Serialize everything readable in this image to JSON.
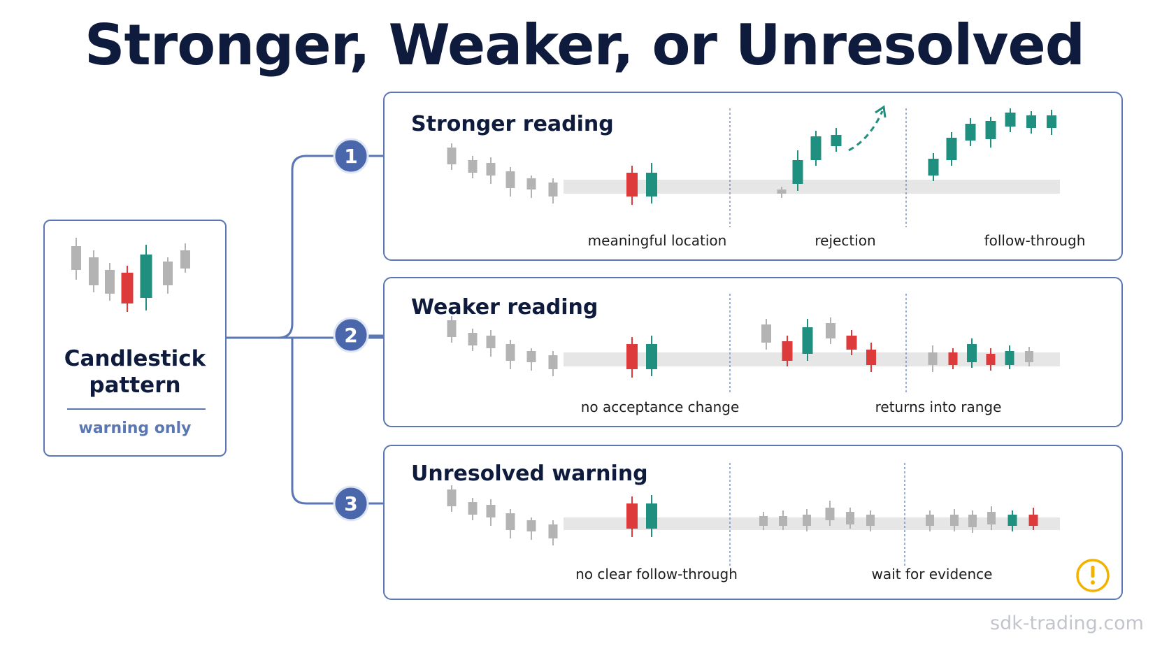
{
  "title": "Stronger, Weaker, or Unresolved",
  "source": {
    "label": "Candlestick pattern",
    "note": "warning only"
  },
  "colors": {
    "navy": "#0e1b3c",
    "accent_blue": "#5a76b3",
    "bullish": "#1f8f7f",
    "bearish": "#dd3b3b",
    "neutral": "#b3b3b3",
    "band": "#e6e6e6",
    "warning": "#f2b300"
  },
  "rows": [
    {
      "number": "1",
      "title": "Stronger reading",
      "labels": [
        "meaningful location",
        "rejection",
        "follow-through"
      ]
    },
    {
      "number": "2",
      "title": "Weaker reading",
      "labels": [
        "no acceptance change",
        "returns into range"
      ]
    },
    {
      "number": "3",
      "title": "Unresolved warning",
      "labels": [
        "no clear follow-through",
        "wait for evidence"
      ],
      "warning_icon": "exclamation-circle-icon"
    }
  ],
  "watermark": "sdk-trading.com"
}
